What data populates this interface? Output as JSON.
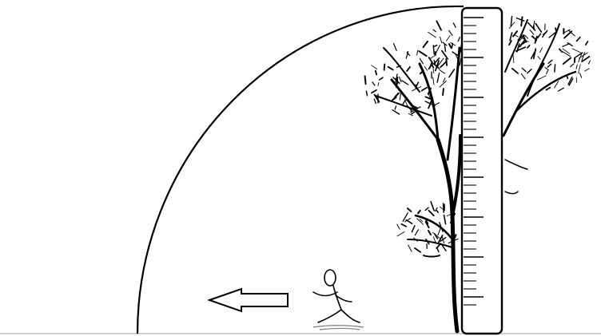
{
  "diagram": {
    "elements": [
      {
        "role": "horizon",
        "icon": "ground-line-icon"
      },
      {
        "role": "quarter-circle-arc",
        "icon": "arc-icon"
      },
      {
        "role": "tree",
        "icon": "tree-icon"
      },
      {
        "role": "measuring-ruler",
        "icon": "ruler-icon"
      },
      {
        "role": "walking-person",
        "icon": "stick-figure-icon"
      },
      {
        "role": "direction-arrow",
        "direction": "left",
        "icon": "arrow-left-icon"
      }
    ],
    "ruler": {
      "tick_count": 37
    },
    "colors": {
      "ink": "#000000",
      "background": "#ffffff",
      "shadow": "#7a7a7a"
    }
  }
}
